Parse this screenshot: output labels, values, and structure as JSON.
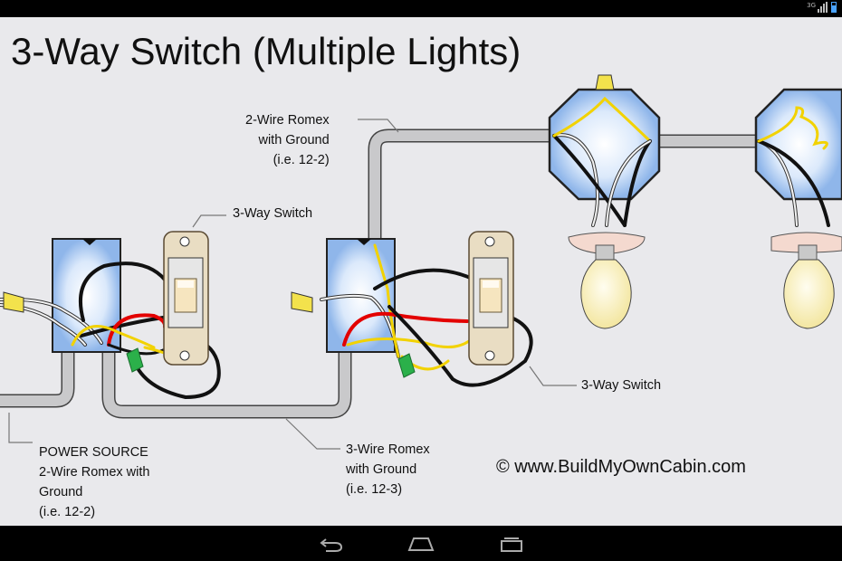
{
  "title": "3-Way Switch (Multiple Lights)",
  "labels": {
    "romex_top": [
      "2-Wire Romex",
      "with Ground",
      "(i.e. 12-2)"
    ],
    "switch_top": "3-Way Switch",
    "switch_right": "3-Way Switch",
    "power_source": [
      "POWER SOURCE",
      "2-Wire Romex with",
      "Ground",
      "(i.e. 12-2)"
    ],
    "romex_3wire": [
      "3-Wire Romex",
      "with Ground",
      "(i.e. 12-3)"
    ]
  },
  "credit": "© www.BuildMyOwnCabin.com",
  "status_bar": {
    "network": "3G",
    "icons": [
      "signal-icon",
      "battery-icon"
    ]
  },
  "nav_bar": {
    "buttons": [
      "back",
      "home",
      "recent-apps"
    ]
  },
  "colors": {
    "background": "#e9e9ec",
    "hot_wire": "#ff0000",
    "black_wire": "#111111",
    "white_wire": "#f4f4f4",
    "ground_wire": "#f2d200",
    "wire_nut": "#2bb04a",
    "box": "#7fa9e0",
    "bulb": "#fbf3c4"
  }
}
